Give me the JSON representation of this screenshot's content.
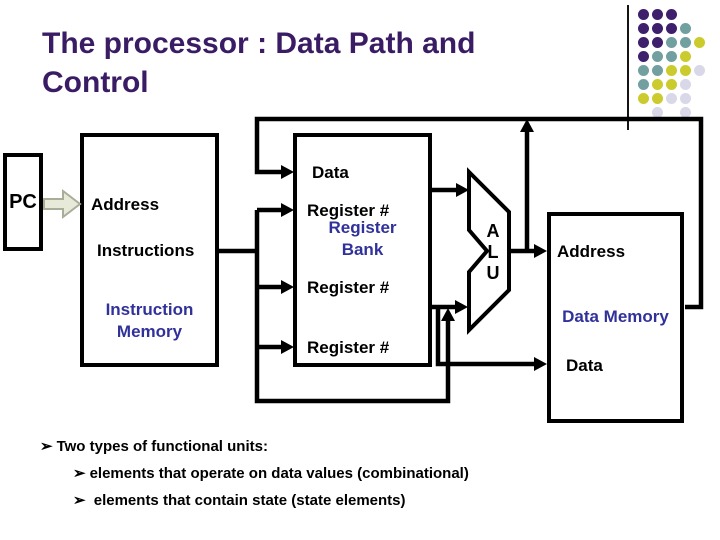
{
  "slide": {
    "title": {
      "line1": "The processor : Data Path and",
      "line2": "Control",
      "color": "#3A1C64"
    }
  },
  "diagram": {
    "pc": {
      "label": "PC"
    },
    "instruction_memory": {
      "port_address": "Address",
      "port_instructions": "Instructions",
      "name_line1": "Instruction",
      "name_line2": "Memory"
    },
    "register_bank": {
      "port_data": "Data",
      "port_register1": "Register #",
      "port_register2": "Register #",
      "port_register3": "Register #",
      "name_line1": "Register",
      "name_line2": "Bank"
    },
    "alu": {
      "letter1": "A",
      "letter2": "L",
      "letter3": "U"
    },
    "data_memory": {
      "port_address": "Address",
      "name": "Data Memory",
      "port_data": "Data"
    },
    "colors": {
      "unit_name_text": "#31319B",
      "wire": "#000000",
      "pc_arrow_fill": "#E7EAD8",
      "pc_arrow_stroke": "#A9AE98"
    }
  },
  "bullets": {
    "glyph": "➢",
    "item1": "Two types of functional units:",
    "item2": "elements that operate on data values (combinational)",
    "item3": " elements that contain state (state elements)"
  },
  "decor": {
    "dot_colors": {
      "P": "#3D1F6B",
      "T": "#72A0A0",
      "Y": "#CBCB2D",
      "L": "#D8D8E8"
    },
    "dot_grid": [
      "PPP..",
      "PPPT.",
      "PPTTY",
      "PTTY.",
      "TTYYL",
      "TYYL.",
      "YYLL.",
      ".L.L."
    ],
    "dot_left0": 638,
    "dot_top0": 9,
    "dot_step": 14
  }
}
